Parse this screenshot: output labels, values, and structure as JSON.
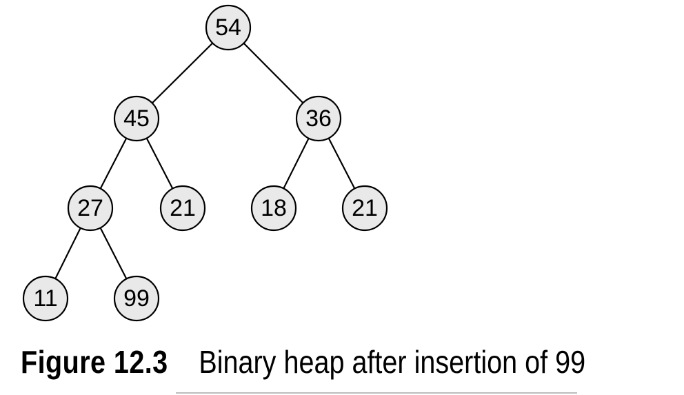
{
  "diagram": {
    "type": "binary-heap",
    "nodes": [
      {
        "id": "n1",
        "value": "54"
      },
      {
        "id": "n2",
        "value": "45"
      },
      {
        "id": "n3",
        "value": "36"
      },
      {
        "id": "n4",
        "value": "27"
      },
      {
        "id": "n5",
        "value": "21"
      },
      {
        "id": "n6",
        "value": "18"
      },
      {
        "id": "n7",
        "value": "21"
      },
      {
        "id": "n8",
        "value": "11"
      },
      {
        "id": "n9",
        "value": "99"
      }
    ],
    "edges": [
      {
        "from": "n1",
        "to": "n2"
      },
      {
        "from": "n1",
        "to": "n3"
      },
      {
        "from": "n2",
        "to": "n4"
      },
      {
        "from": "n2",
        "to": "n5"
      },
      {
        "from": "n3",
        "to": "n6"
      },
      {
        "from": "n3",
        "to": "n7"
      },
      {
        "from": "n4",
        "to": "n8"
      },
      {
        "from": "n4",
        "to": "n9"
      }
    ],
    "node_fill": "#e9e9e9",
    "stroke_color": "#000000"
  },
  "caption": {
    "label": "Figure 12.3",
    "text": "Binary heap after insertion of 99"
  }
}
